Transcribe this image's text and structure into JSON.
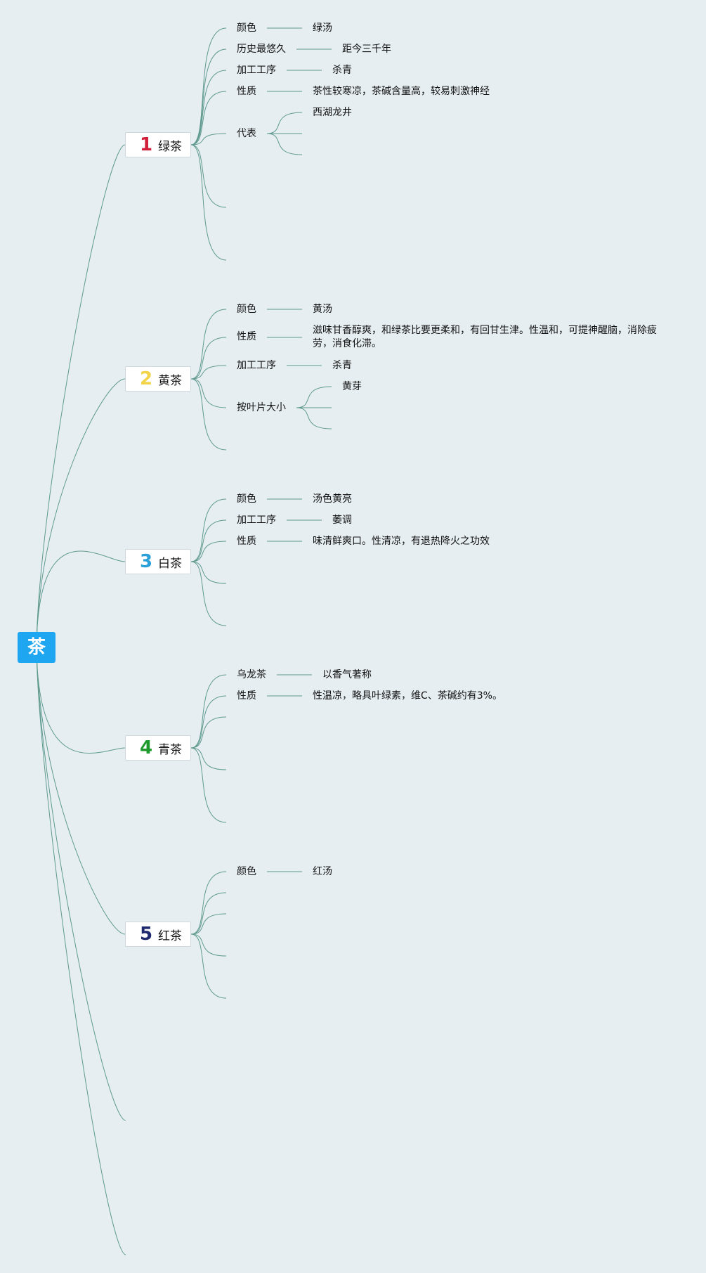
{
  "colors": {
    "background": "#e6eef2",
    "root": "#1ea6f0",
    "connector": "#5f9a8e"
  },
  "root": {
    "label": "茶"
  },
  "branches": [
    {
      "num": "1",
      "label": "绿茶",
      "num_color": "#d21f3c",
      "items": [
        {
          "key": "颜色",
          "value": "绿汤"
        },
        {
          "key": "历史最悠久",
          "value": "距今三千年"
        },
        {
          "key": "加工工序",
          "value": "杀青"
        },
        {
          "key": "性质",
          "value": "茶性较寒凉，茶碱含量高，较易刺激神经"
        },
        {
          "key": "代表",
          "value": "西湖龙井"
        }
      ]
    },
    {
      "num": "2",
      "label": "黄茶",
      "num_color": "#f2d44a",
      "items": [
        {
          "key": "颜色",
          "value": "黄汤"
        },
        {
          "key": "性质",
          "value": "滋味甘香醇爽，和绿茶比要更柔和，有回甘生津。性温和，可提神醒脑，消除疲劳，消食化滞。"
        },
        {
          "key": "加工工序",
          "value": "杀青"
        },
        {
          "key": "按叶片大小",
          "value": "黄芽"
        }
      ]
    },
    {
      "num": "3",
      "label": "白茶",
      "num_color": "#2a9fd8",
      "items": [
        {
          "key": "颜色",
          "value": "汤色黄亮"
        },
        {
          "key": "加工工序",
          "value": "萎调"
        },
        {
          "key": "性质",
          "value": "味清鲜爽口。性清凉，有退热降火之功效"
        }
      ]
    },
    {
      "num": "4",
      "label": "青茶",
      "num_color": "#1e9a2c",
      "items": [
        {
          "key": "乌龙茶",
          "value": "以香气著称"
        },
        {
          "key": "性质",
          "value": "性温凉，略具叶绿素，维C、茶碱约有3%。"
        }
      ]
    },
    {
      "num": "5",
      "label": "红茶",
      "num_color": "#1f2a6e",
      "items": [
        {
          "key": "颜色",
          "value": "红汤"
        }
      ]
    }
  ]
}
